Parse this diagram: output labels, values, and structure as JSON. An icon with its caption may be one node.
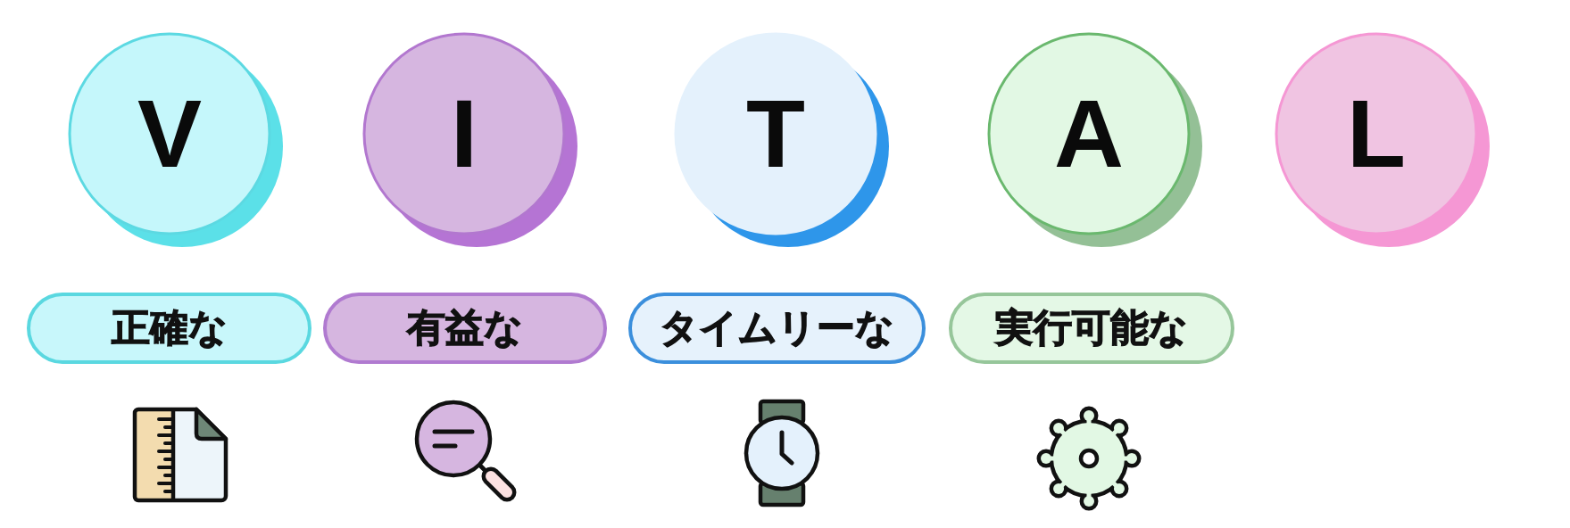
{
  "diagram": {
    "nodes": [
      {
        "text": [
          "V"
        ]
      },
      {
        "text": [
          "I"
        ]
      },
      {
        "text": [
          "T"
        ]
      },
      {
        "text": [
          "A"
        ]
      },
      {
        "text": [
          "L"
        ]
      },
      {
        "text": [
          "正確な"
        ]
      },
      {
        "text": [
          "有益な"
        ]
      },
      {
        "text": [
          "タイムリーな"
        ]
      },
      {
        "text": [
          "実行可能な"
        ]
      }
    ]
  }
}
